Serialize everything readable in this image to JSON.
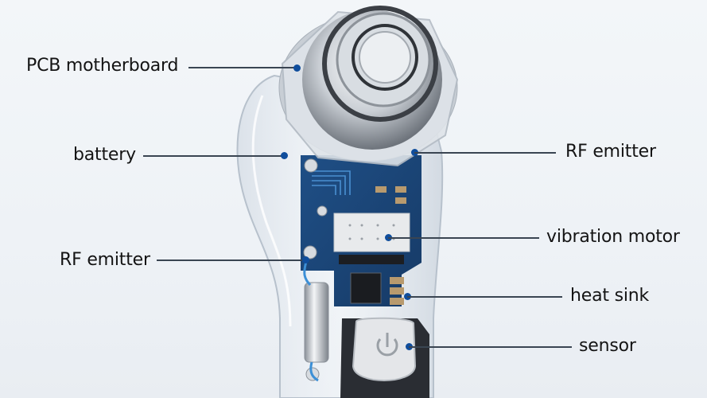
{
  "diagram": {
    "type": "labeled-product-cutaway",
    "subject": "RF facial beauty device (transparent housing)",
    "accent_color": "#0f4d9c",
    "line_color": "#3a4552",
    "labels": [
      {
        "id": "pcb",
        "text": "PCB motherboard",
        "side": "left"
      },
      {
        "id": "battery",
        "text": "battery",
        "side": "left"
      },
      {
        "id": "rf_left",
        "text": "RF emitter",
        "side": "left"
      },
      {
        "id": "rf_right",
        "text": "RF emitter",
        "side": "right"
      },
      {
        "id": "vibration",
        "text": "vibration motor",
        "side": "right"
      },
      {
        "id": "heatsink",
        "text": "heat sink",
        "side": "right"
      },
      {
        "id": "sensor",
        "text": "sensor",
        "side": "right"
      }
    ]
  }
}
